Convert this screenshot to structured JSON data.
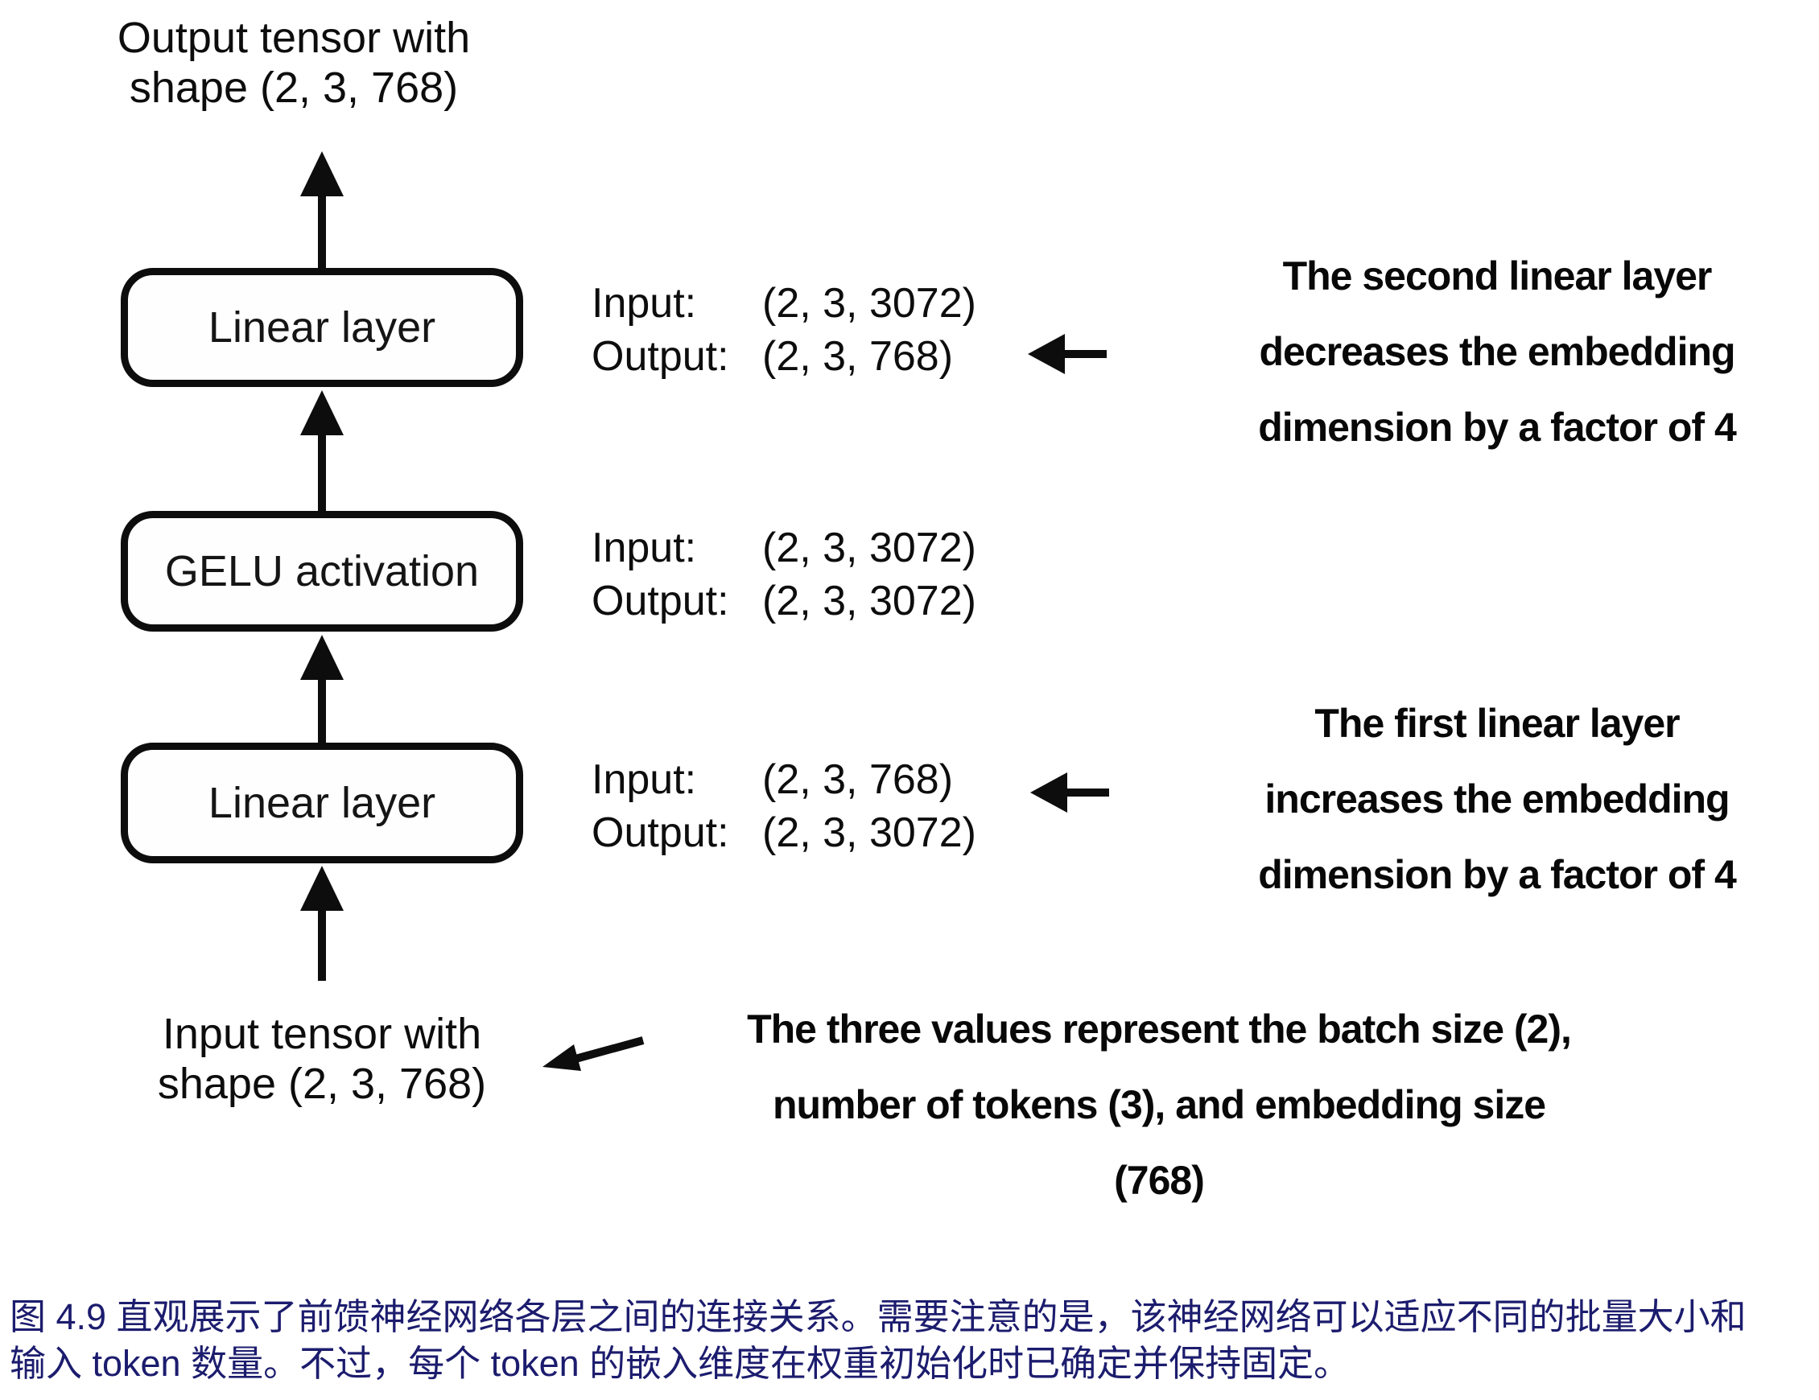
{
  "figure": {
    "top_label": {
      "line1": "Output tensor with",
      "line2": "shape (2, 3, 768)"
    },
    "bottom_label": {
      "line1": "Input tensor with",
      "line2": "shape (2, 3, 768)"
    },
    "layers": [
      {
        "name": "Linear layer",
        "input_label": "Input:",
        "input_shape": "(2, 3, 3072)",
        "output_label": "Output:",
        "output_shape": "(2, 3, 768)"
      },
      {
        "name": "GELU activation",
        "input_label": "Input:",
        "input_shape": "(2, 3, 3072)",
        "output_label": "Output:",
        "output_shape": "(2, 3, 3072)"
      },
      {
        "name": "Linear layer",
        "input_label": "Input:",
        "input_shape": "(2, 3, 768)",
        "output_label": "Output:",
        "output_shape": "(2, 3, 3072)"
      }
    ],
    "annotations": {
      "second_linear": {
        "line1": "The second linear layer",
        "line2": "decreases the embedding",
        "line3": "dimension by a factor of 4"
      },
      "first_linear": {
        "line1": "The first linear layer",
        "line2": "increases the embedding",
        "line3": "dimension by a factor of 4"
      },
      "shape_meaning": {
        "line1": "The three values represent the batch size (2),",
        "line2": "number of tokens (3), and embedding size",
        "line3": "(768)"
      }
    }
  },
  "caption": {
    "line1": "图 4.9 直观展示了前馈神经网络各层之间的连接关系。需要注意的是，该神经网络可以适应不同的批量大小和",
    "line2": "输入 token 数量。不过，每个 token 的嵌入维度在权重初始化时已确定并保持固定。"
  },
  "colors": {
    "ink": "#0d0d0d",
    "caption_text": "#1c1c6e",
    "background": "#ffffff"
  }
}
